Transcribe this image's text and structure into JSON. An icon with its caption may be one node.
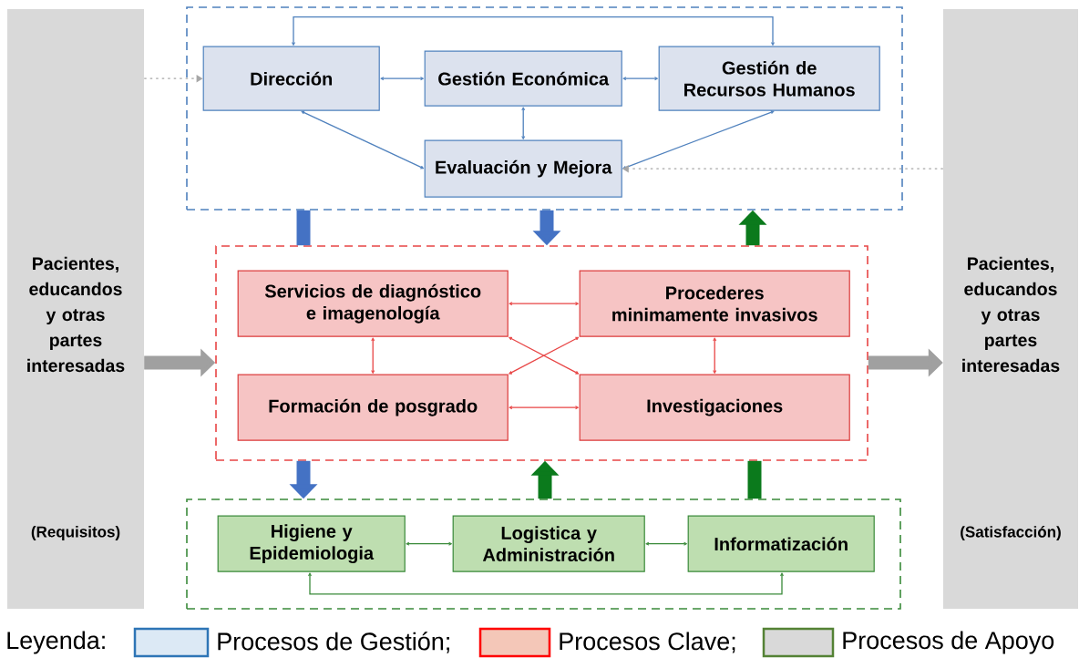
{
  "diagram": {
    "nodes": [
      {
        "text": [
          "Pacientes, educandos y otras partes interesadas",
          "(Requisitos)"
        ]
      },
      {
        "text": [
          "Pacientes, educandos y otras partes interesadas",
          "(Satisfacción)"
        ]
      },
      {
        "text": [],
        "shape": "box"
      },
      {
        "text": [
          "Dirección"
        ],
        "in": 2
      },
      {
        "text": [
          "Gestión Económica"
        ],
        "in": 2
      },
      {
        "text": [
          "Gestión de Recursos Humanos"
        ],
        "in": 2
      },
      {
        "text": [
          "Evaluación y Mejora"
        ],
        "in": 2
      },
      {
        "text": [],
        "shape": "box"
      },
      {
        "text": [
          "Servicios de diagnóstico e imagenología"
        ],
        "in": 7
      },
      {
        "text": [
          "Procederes minimamente invasivos"
        ],
        "in": 7
      },
      {
        "text": [
          "Formación de posgrado"
        ],
        "in": 7
      },
      {
        "text": [
          "Investigaciones"
        ],
        "in": 7
      },
      {
        "text": [],
        "shape": "box"
      },
      {
        "text": [
          "Higiene y Epidemiologia"
        ],
        "in": 12
      },
      {
        "text": [
          "Logistica y Administración"
        ],
        "in": 12
      },
      {
        "text": [
          "Informatización"
        ],
        "in": 12
      }
    ],
    "edges": [
      {
        "from": 3,
        "to": 4,
        "arrow": "both",
        "color": "#4f81bd"
      },
      {
        "from": 4,
        "to": 5,
        "arrow": "both",
        "color": "#4f81bd"
      },
      {
        "from": 3,
        "to": 5,
        "arrow": "both",
        "color": "#4f81bd"
      },
      {
        "from": 3,
        "to": 6,
        "arrow": "both",
        "color": "#4f81bd"
      },
      {
        "from": 4,
        "to": 6,
        "arrow": "both",
        "color": "#4f81bd"
      },
      {
        "from": 5,
        "to": 6,
        "arrow": "both",
        "color": "#4f81bd"
      },
      {
        "from": 0,
        "to": 3,
        "arrow": "to",
        "style": "dashed",
        "color": "#a6a6a6"
      },
      {
        "from": 1,
        "to": 6,
        "arrow": "to",
        "style": "dashed",
        "color": "#a6a6a6"
      },
      {
        "from": 0,
        "to": 7,
        "arrow": "to",
        "style": "thick",
        "color": "#a0a0a0"
      },
      {
        "from": 7,
        "to": 1,
        "arrow": "to",
        "style": "thick",
        "color": "#a0a0a0"
      },
      {
        "from": 2,
        "to": 7,
        "arrow": "none",
        "style": "thick",
        "color": "#4472c4"
      },
      {
        "from": 2,
        "to": 7,
        "arrow": "to",
        "style": "thick",
        "color": "#4472c4"
      },
      {
        "from": 7,
        "to": 2,
        "arrow": "to",
        "style": "thick",
        "color": "#0b7a1c"
      },
      {
        "from": 7,
        "to": 12,
        "arrow": "to",
        "style": "thick",
        "color": "#4472c4"
      },
      {
        "from": 12,
        "to": 7,
        "arrow": "to",
        "style": "thick",
        "color": "#0b7a1c"
      },
      {
        "from": 12,
        "to": 7,
        "arrow": "none",
        "style": "thick",
        "color": "#0b7a1c"
      },
      {
        "from": 8,
        "to": 9,
        "arrow": "both",
        "color": "#e84545"
      },
      {
        "from": 8,
        "to": 10,
        "arrow": "both",
        "color": "#e84545"
      },
      {
        "from": 9,
        "to": 11,
        "arrow": "both",
        "color": "#e84545"
      },
      {
        "from": 10,
        "to": 11,
        "arrow": "both",
        "color": "#e84545"
      },
      {
        "from": 8,
        "to": 11,
        "arrow": "both",
        "color": "#e84545"
      },
      {
        "from": 10,
        "to": 9,
        "arrow": "both",
        "color": "#e84545"
      },
      {
        "from": 13,
        "to": 14,
        "arrow": "both",
        "color": "#3a8a3a"
      },
      {
        "from": 14,
        "to": 15,
        "arrow": "both",
        "color": "#3a8a3a"
      },
      {
        "from": 13,
        "to": 15,
        "arrow": "both",
        "color": "#3a8a3a"
      }
    ],
    "labels": [
      "Leyenda:"
    ],
    "legend": [
      {
        "text": "Procesos de Gestión;",
        "color": "#dce9f5"
      },
      {
        "text": "Procesos Clave;",
        "color": "#f4c7b8"
      },
      {
        "text": "Procesos de Apoyo",
        "color": "#d9d9d9"
      }
    ]
  }
}
